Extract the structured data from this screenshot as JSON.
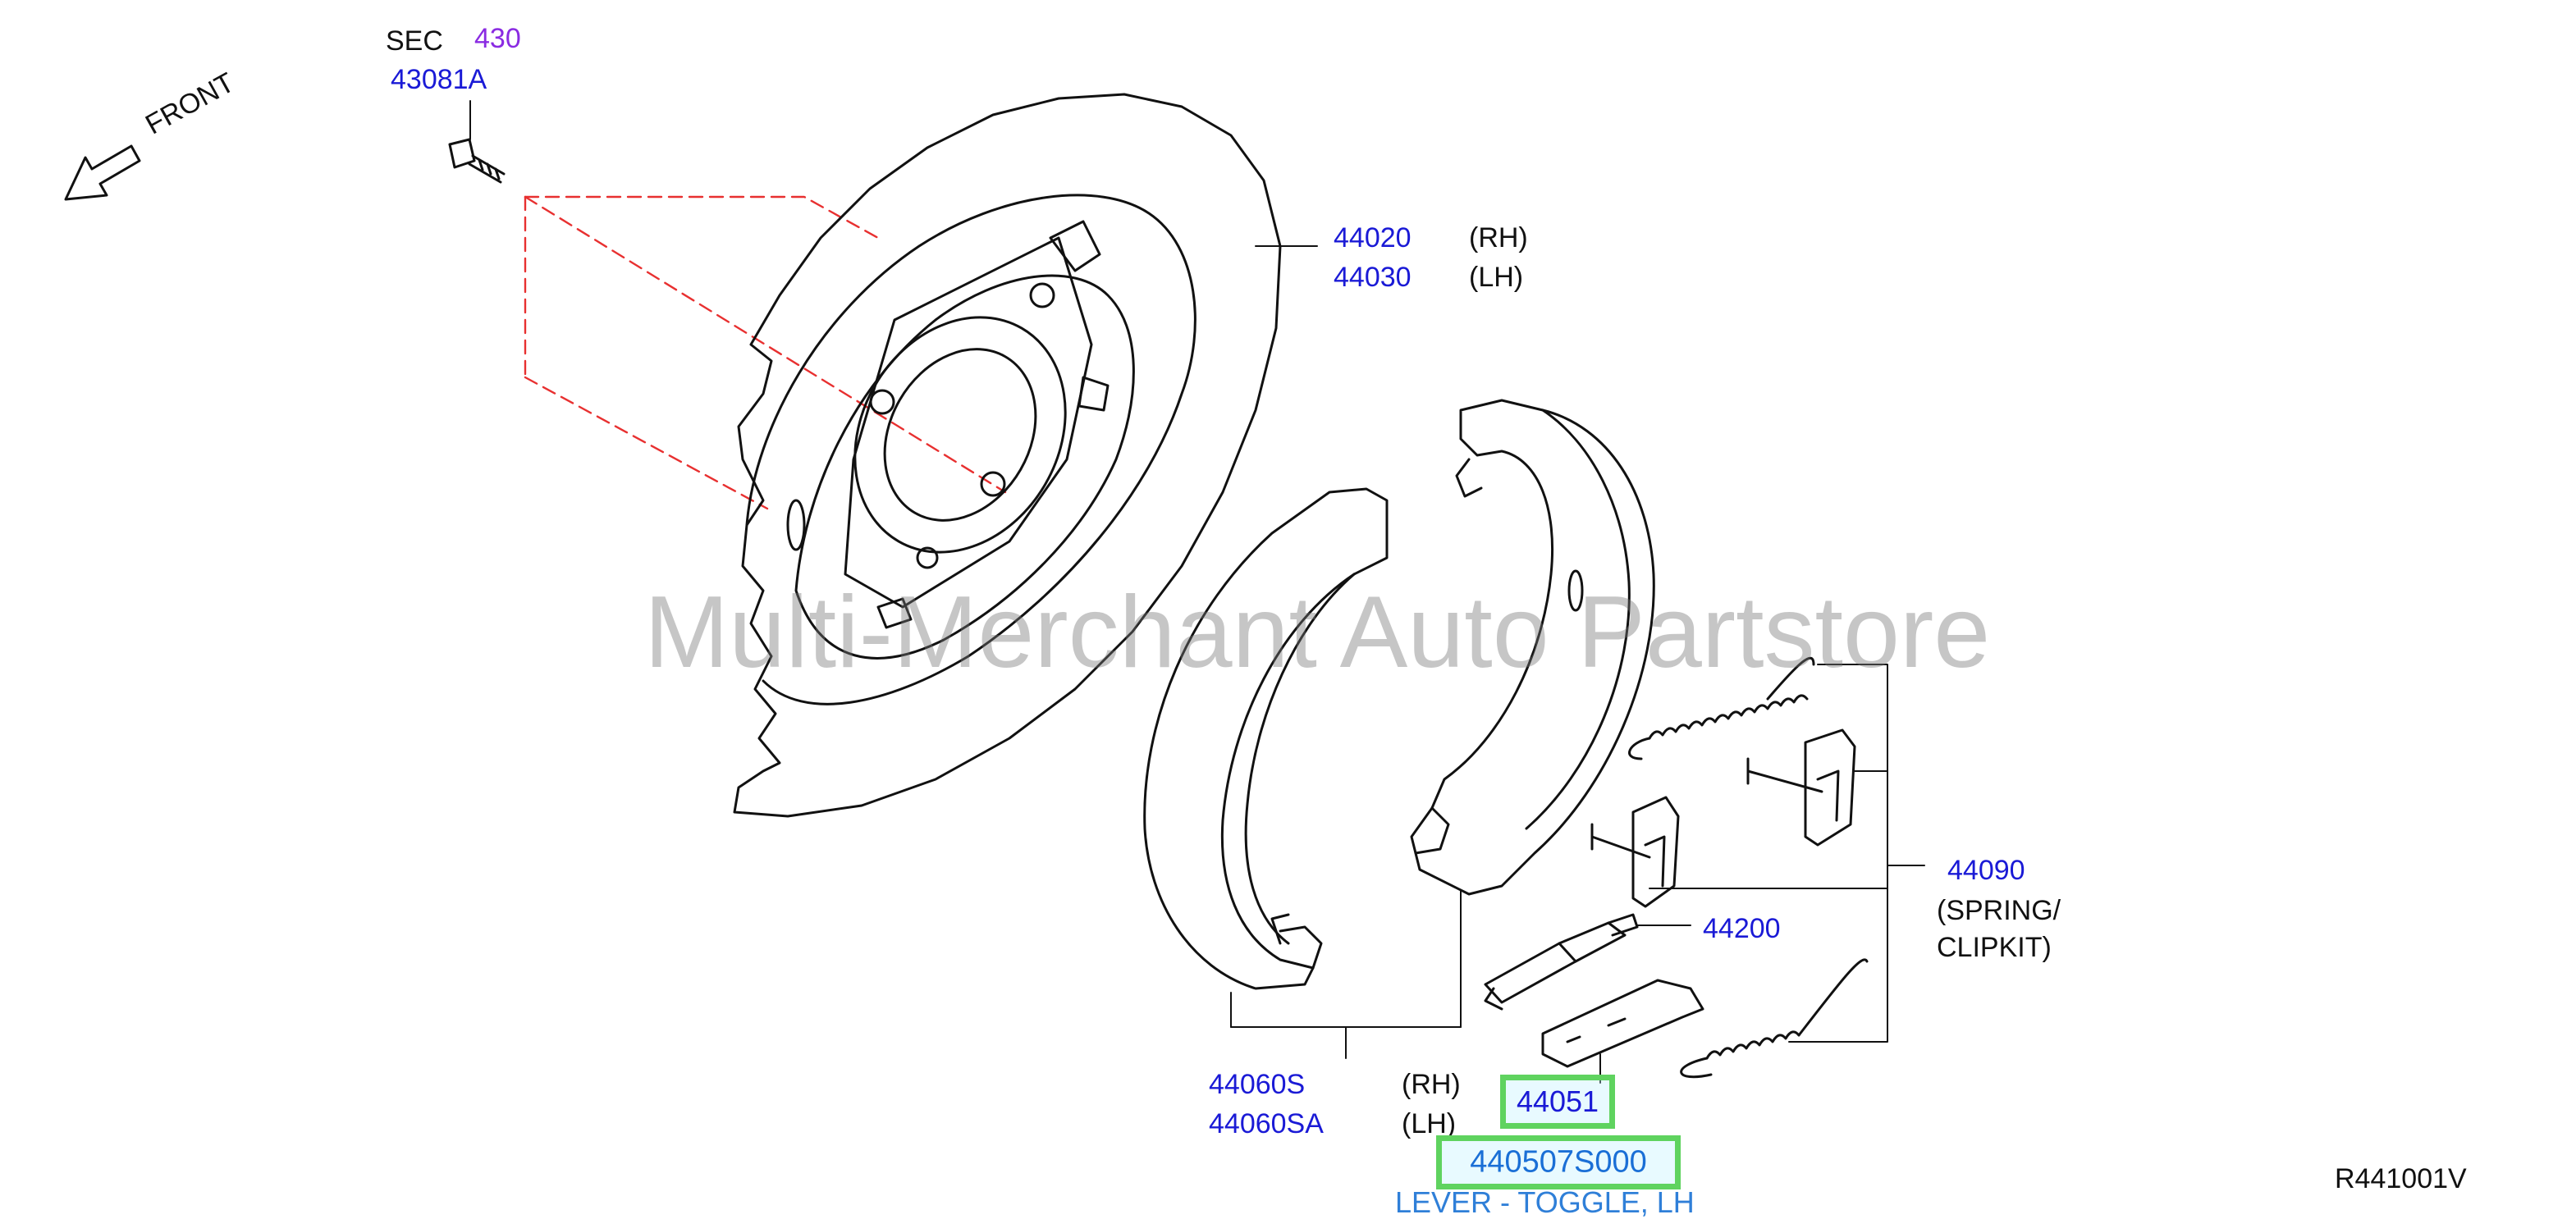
{
  "diagram": {
    "direction_label": "FRONT",
    "section_prefix": "SEC",
    "section_number": "430",
    "callouts": {
      "bolt": "43081A",
      "plate_rh": "44020",
      "plate_lh": "44030",
      "plate_rh_side": "(RH)",
      "plate_lh_side": "(LH)",
      "kit": "44090",
      "kit_desc_1": "(SPRING/",
      "kit_desc_2": "CLIPKIT)",
      "adjuster": "44200",
      "shoe_rh": "44060S",
      "shoe_lh": "44060SA",
      "shoe_rh_side": "(RH)",
      "shoe_lh_side": "(LH)",
      "lever_group": "44051",
      "lever_part": "440507S000",
      "lever_desc": "LEVER - TOGGLE, LH"
    },
    "watermark": "Multi-Merchant Auto Partstore",
    "drawing_code": "R441001V",
    "colors": {
      "part_number": "#1a1ad6",
      "section_number": "#8a2be2",
      "highlight": "#5fd35f",
      "description": "#2f7fd8",
      "leader_dashed": "#e83030"
    }
  }
}
